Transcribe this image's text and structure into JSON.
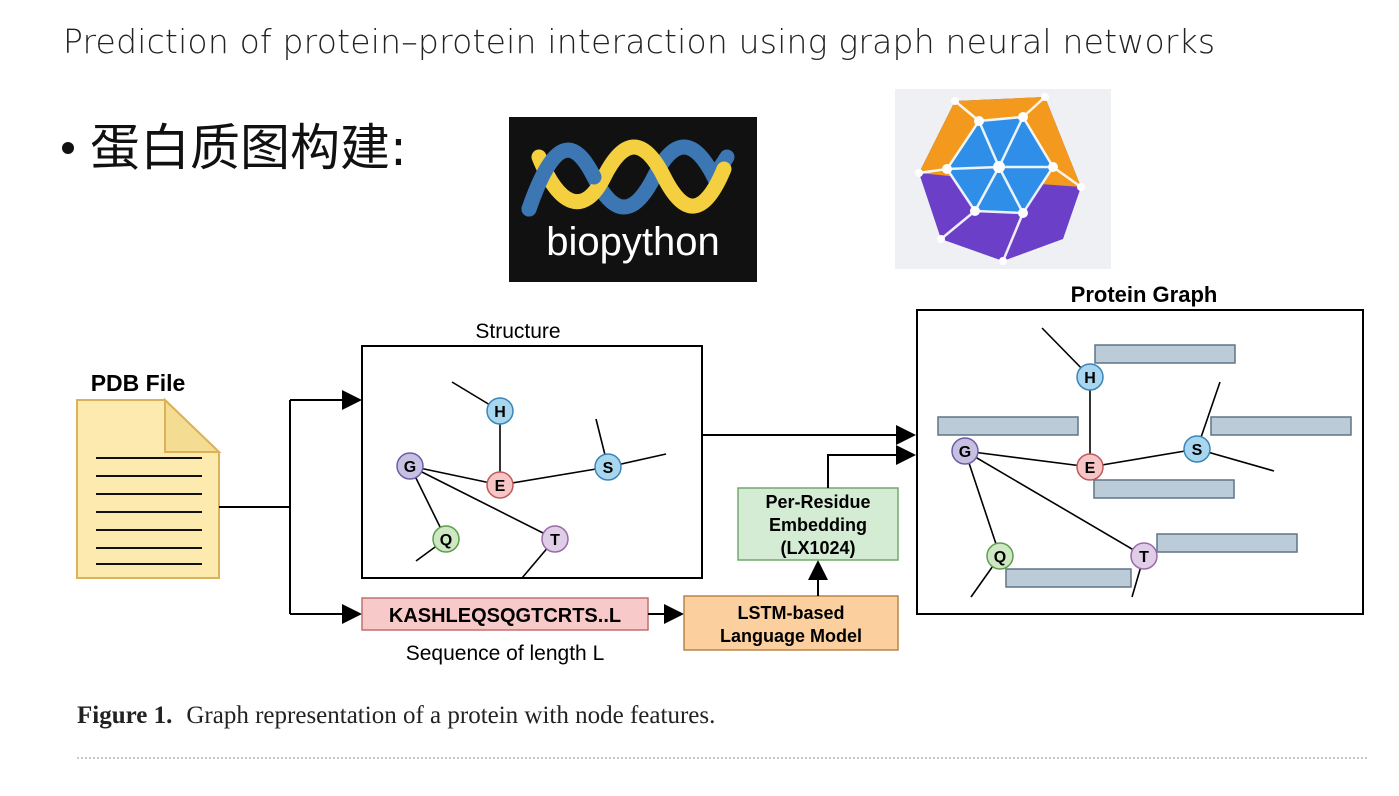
{
  "slide_title": "Prediction of protein–protein interaction using graph neural networks",
  "bullet_text": "蛋白质图构建:",
  "logos": {
    "biopython_text": "biopython"
  },
  "diagram": {
    "pdb_label": "PDB File",
    "structure_label": "Structure",
    "protein_graph_label": "Protein Graph",
    "sequence_text": "KASHLEQSQGTCRTS..L",
    "sequence_caption": "Sequence of length L",
    "lstm_line1": "LSTM-based",
    "lstm_line2": "Language Model",
    "embed_line1": "Per-Residue",
    "embed_line2": "Embedding",
    "embed_line3": "(LX1024)",
    "nodes": {
      "h": "H",
      "g": "G",
      "e": "E",
      "s": "S",
      "q": "Q",
      "t": "T"
    }
  },
  "caption": {
    "figure_label": "Figure 1.",
    "text": "Graph representation of a protein with node features."
  },
  "colors": {
    "node_h": "#a9d6ef",
    "node_g": "#c8c0e0",
    "node_e": "#f6c6c6",
    "node_s": "#a9d6ef",
    "node_q": "#cfe8c4",
    "node_t": "#e0cde8",
    "feature_bar": "#bccbd8",
    "sequence_box": "#f8c9c9",
    "lstm_box": "#fccf9f",
    "embed_box": "#d5ecd4",
    "pdb_file": "#fdeaaf"
  }
}
